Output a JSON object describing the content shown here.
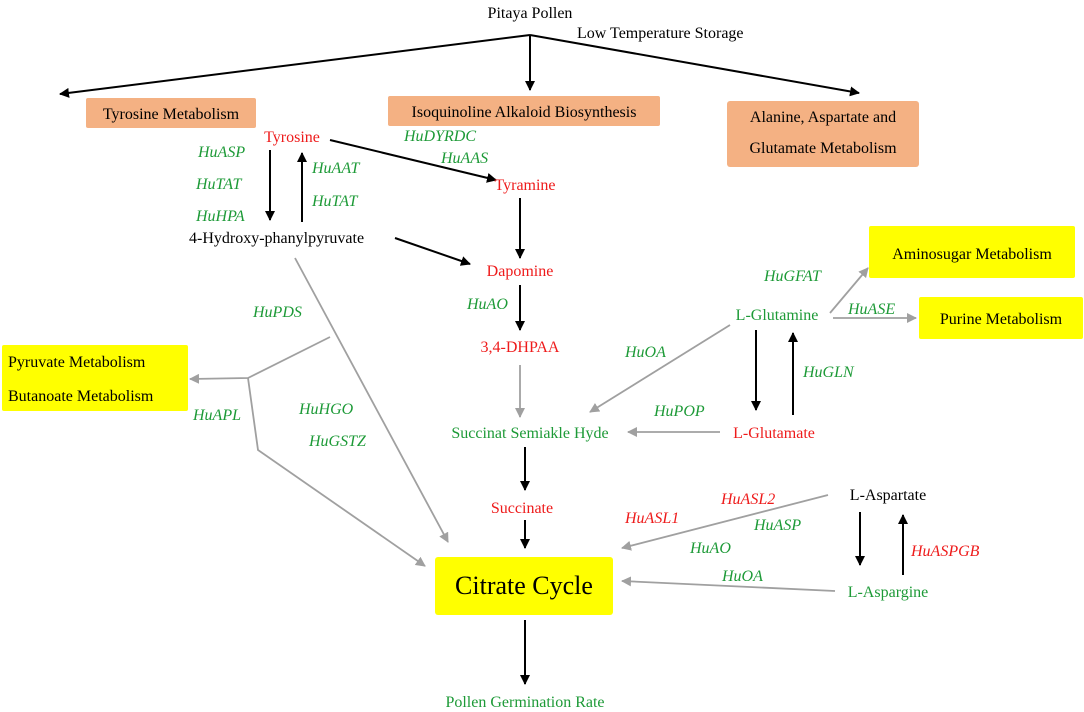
{
  "colors": {
    "black": "#000000",
    "red": "#ee1b1b",
    "green": "#1d9a37",
    "gray": "#a0a0a0",
    "orange_box": "#f4b183",
    "yellow_box": "#ffff00",
    "pollen_rate_green": "#1d9a37"
  },
  "title": {
    "root": "Pitaya Pollen",
    "condition": "Low Temperature Storage"
  },
  "pathways": {
    "tyrosine": "Tyrosine Metabolism",
    "isoquinoline": "Isoquinoline Alkaloid Biosynthesis",
    "alanine_line1": "Alanine, Aspartate and",
    "alanine_line2": "Glutamate Metabolism",
    "aminosugar": "Aminosugar Metabolism",
    "purine": "Purine Metabolism",
    "pyruvate": "Pyruvate Metabolism",
    "butanoate": "Butanoate Metabolism",
    "citrate": "Citrate Cycle"
  },
  "metabolites": {
    "tyrosine": "Tyrosine",
    "hpp": "4-Hydroxy-phanylpyruvate",
    "tyramine": "Tyramine",
    "dapomine": "Dapomine",
    "dhpaa": "3,4-DHPAA",
    "ssa": "Succinat Semiakle Hyde",
    "succinate": "Succinate",
    "glutamine": "L-Glutamine",
    "glutamate": "L-Glutamate",
    "aspartate": "L-Aspartate",
    "aspargine": "L-Aspargine",
    "outcome": "Pollen Germination Rate"
  },
  "genes": {
    "asp_left": "HuASP",
    "tat_left": "HuTAT",
    "hpa": "HuHPA",
    "aat": "HuAAT",
    "tat_right": "HuTAT",
    "dyrdc": "HuDYRDC",
    "aas": "HuAAS",
    "ao_mid": "HuAO",
    "pds": "HuPDS",
    "apl": "HuAPL",
    "hgo": "HuHGO",
    "gstz": "HuGSTZ",
    "gfat": "HuGFAT",
    "ase": "HuASE",
    "oa_upper": "HuOA",
    "gln": "HuGLN",
    "pop": "HuPOP",
    "asl1": "HuASL1",
    "asl2": "HuASL2",
    "asp_right": "HuASP",
    "ao_right": "HuAO",
    "oa_lower": "HuOA",
    "aspgb": "HuASPGB"
  }
}
